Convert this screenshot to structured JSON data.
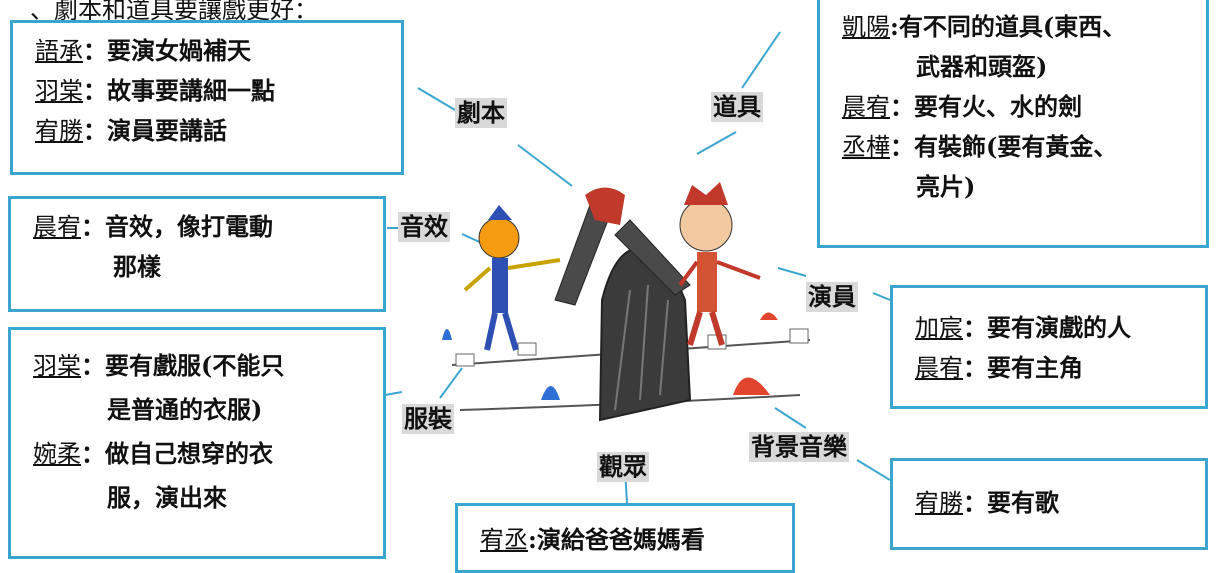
{
  "top_fragment": "、劇本和道具要讓戲更好：",
  "boxes": {
    "script": [
      {
        "name": "語承",
        "text": "：要演女媧補天"
      },
      {
        "name": "羽棠",
        "text": "：故事要講細一點"
      },
      {
        "name": "宥勝",
        "text": "：演員要講話"
      }
    ],
    "props": {
      "l1_name": "凱陽",
      "l1_text": ":有不同的道具(東西、",
      "l1_cont": "武器和頭盔)",
      "l2_name": "晨宥",
      "l2_text": "：要有火、水的劍",
      "l3_name": "丞樺",
      "l3_text": "：有裝飾(要有黃金、",
      "l3_cont": "亮片)"
    },
    "sound": {
      "name": "晨宥",
      "text": "：音效，像打電動",
      "cont": "那樣"
    },
    "actors": [
      {
        "name": "加宸",
        "text": "：要有演戲的人"
      },
      {
        "name": "晨宥",
        "text": "：要有主角"
      }
    ],
    "costume": {
      "l1_name": "羽棠",
      "l1_text": "：要有戲服(不能只",
      "l1_cont": "是普通的衣服)",
      "l2_name": "婉柔",
      "l2_text": "：做自己想穿的衣",
      "l2_cont": "服，演出來"
    },
    "music": {
      "name": "宥勝",
      "text": "：要有歌"
    },
    "audience": {
      "name": "宥丞",
      "text": ":演給爸爸媽媽看"
    }
  },
  "tags": {
    "script": "劇本",
    "props": "道具",
    "sound": "音效",
    "actors": "演員",
    "costume": "服裝",
    "audience": "觀眾",
    "music": "背景音樂"
  },
  "colors": {
    "box_border": "#3aa6cf",
    "tag_bg": "#d9d9d9"
  }
}
